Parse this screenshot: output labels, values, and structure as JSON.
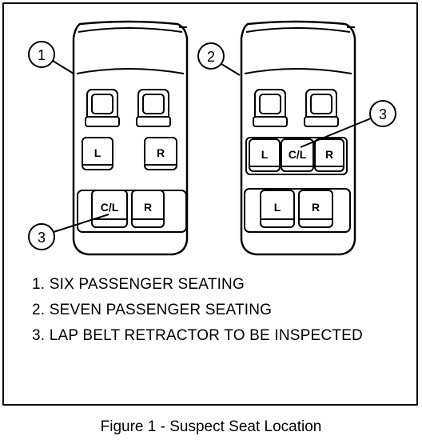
{
  "vans": [
    {
      "callout": "1",
      "seats": {
        "front_row": [
          "",
          ""
        ],
        "row2": [
          "L",
          "R"
        ],
        "row3": [
          "C/L",
          "R"
        ]
      }
    },
    {
      "callout": "2",
      "seats": {
        "front_row": [
          "",
          ""
        ],
        "row2": [
          "L",
          "C/L",
          "R"
        ],
        "row3": [
          "L",
          "R"
        ]
      }
    }
  ],
  "retractor_callout": "3",
  "legend": [
    "1. SIX PASSENGER SEATING",
    "2. SEVEN PASSENGER SEATING",
    "3. LAP BELT RETRACTOR TO BE INSPECTED"
  ],
  "caption": "Figure 1 - Suspect Seat Location"
}
